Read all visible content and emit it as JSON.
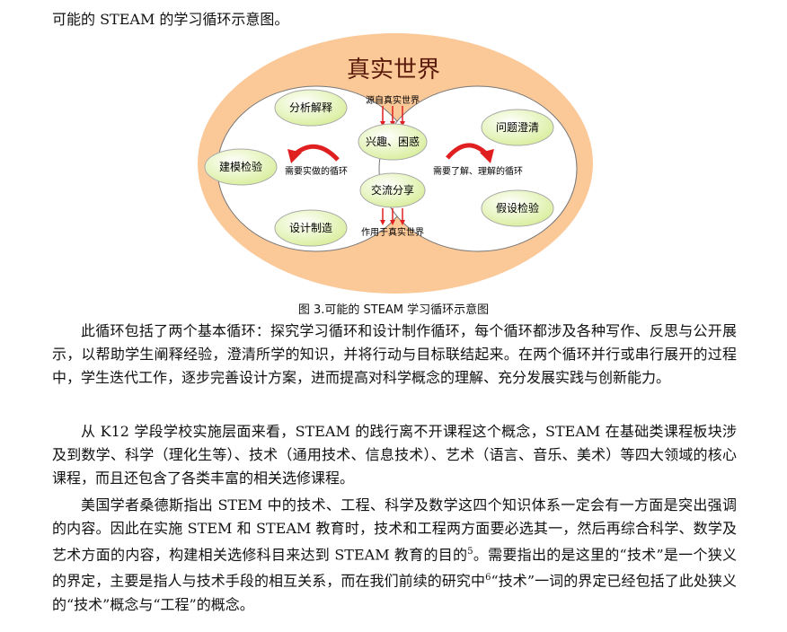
{
  "intro_line": "可能的 STEAM 的学习循环示意图。",
  "figure": {
    "title": "真实世界",
    "left_nodes": [
      "分析解释",
      "建模检验",
      "设计制造"
    ],
    "center_nodes": [
      "兴趣、困惑",
      "交流分享"
    ],
    "right_nodes": [
      "问题澄清",
      "假设检验"
    ],
    "arrow_labels": {
      "from_world": "源自真实世界",
      "to_world": "作用于真实世界",
      "left_cycle": "需要实做的循环",
      "right_cycle": "需要了解、理解的循环"
    },
    "colors": {
      "outer": "#fbc898",
      "circle_fill": "#ffffff",
      "node": "#e9f5c2",
      "arrow": "#e02020",
      "title": "#5a1a0a"
    }
  },
  "caption": "图 3.可能的 STEAM 学习循环示意图",
  "paragraphs": {
    "p1": "此循环包括了两个基本循环：探究学习循环和设计制作循环，每个循环都涉及各种写作、反思与公开展示，以帮助学生阐释经验，澄清所学的知识，并将行动与目标联结起来。在两个循环并行或串行展开的过程中，学生迭代工作，逐步完善设计方案，进而提高对科学概念的理解、充分发展实践与创新能力。",
    "p2": "从 K12 学段学校实施层面来看，STEAM 的践行离不开课程这个概念，STEAM 在基础类课程板块涉及到数学、科学（理化生等）、技术（通用技术、信息技术）、艺术（语言、音乐、美术）等四大领域的核心课程，而且还包含了各类丰富的相关选修课程。",
    "p3a": "美国学者桑德斯指出 STEM 中的技术、工程、科学及数学这四个知识体系一定会有一方面是突出强调的内容。因此在实施 STEM 和 STEAM 教育时，技术和工程两方面要必选其一，然后再综合科学、数学及艺术方面的内容，构建相关选修科目来达到 STEAM 教育的目的",
    "ref5": "5",
    "p3b": "。需要指出的是这里的“技术”是一个狭义的界定，主要是指人与技术手段的相互关系，而在我们前续的研究中",
    "ref6": "6",
    "p3c": "“技术”一词的界定已经包括了此处狭义的“技术”概念与“工程”的概念。"
  }
}
